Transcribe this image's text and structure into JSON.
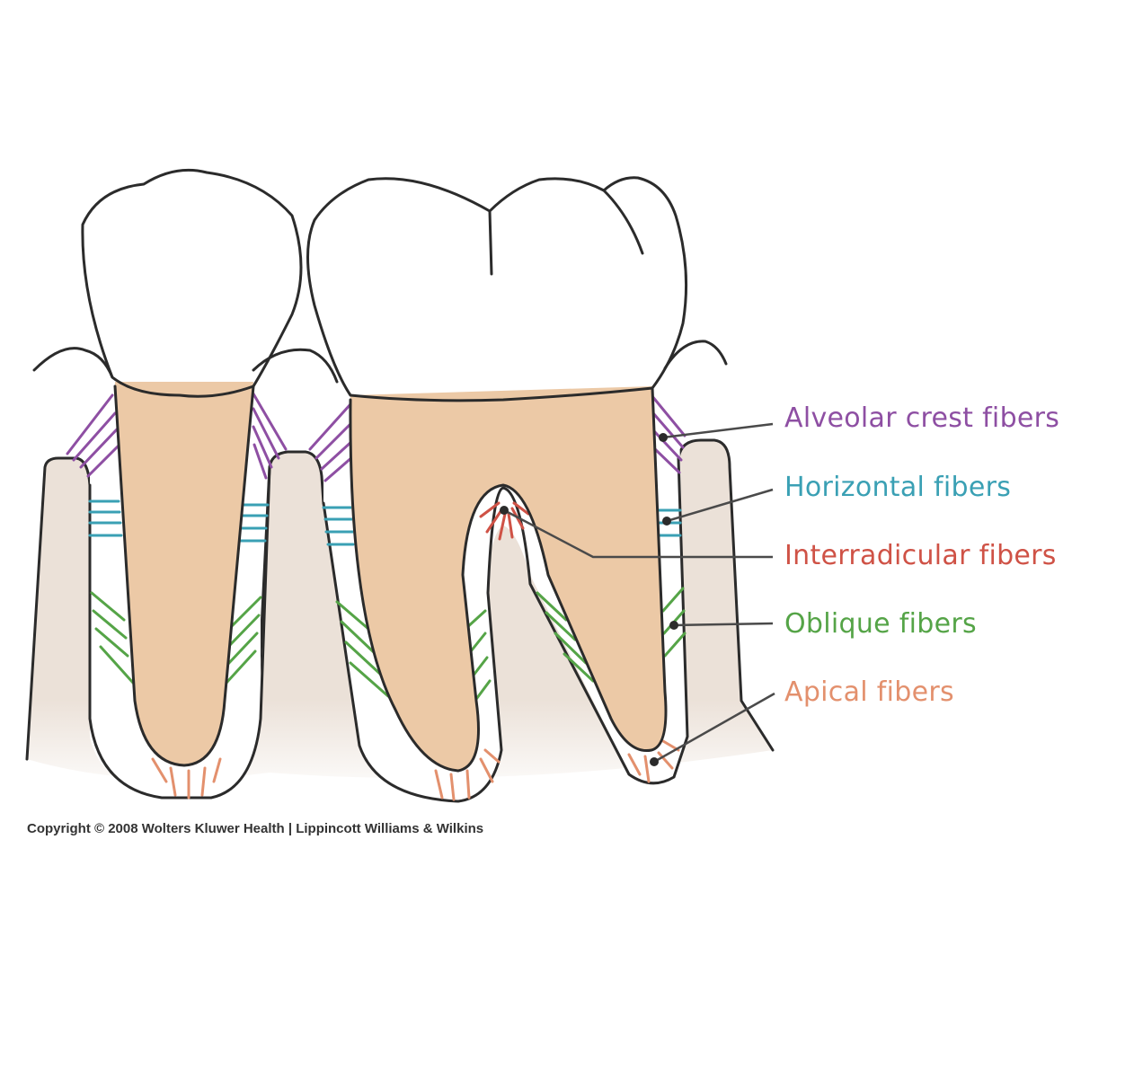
{
  "labels": {
    "alveolar_crest": {
      "text": "Alveolar crest fibers",
      "color": "#8e4fa3"
    },
    "horizontal": {
      "text": "Horizontal fibers",
      "color": "#3aa0b4"
    },
    "interradicular": {
      "text": "Interradicular fibers",
      "color": "#cf5246"
    },
    "oblique": {
      "text": "Oblique fibers",
      "color": "#55a447"
    },
    "apical": {
      "text": "Apical fibers",
      "color": "#e3906d"
    }
  },
  "copyright": "Copyright © 2008 Wolters Kluwer Health | Lippincott Williams & Wilkins",
  "colors": {
    "enamel": "#fbfaf6",
    "dentin_root": "#ecc9a6",
    "bone": "#ebe1d8",
    "ligament": "#ffffff",
    "outline": "#2b2b2b"
  }
}
